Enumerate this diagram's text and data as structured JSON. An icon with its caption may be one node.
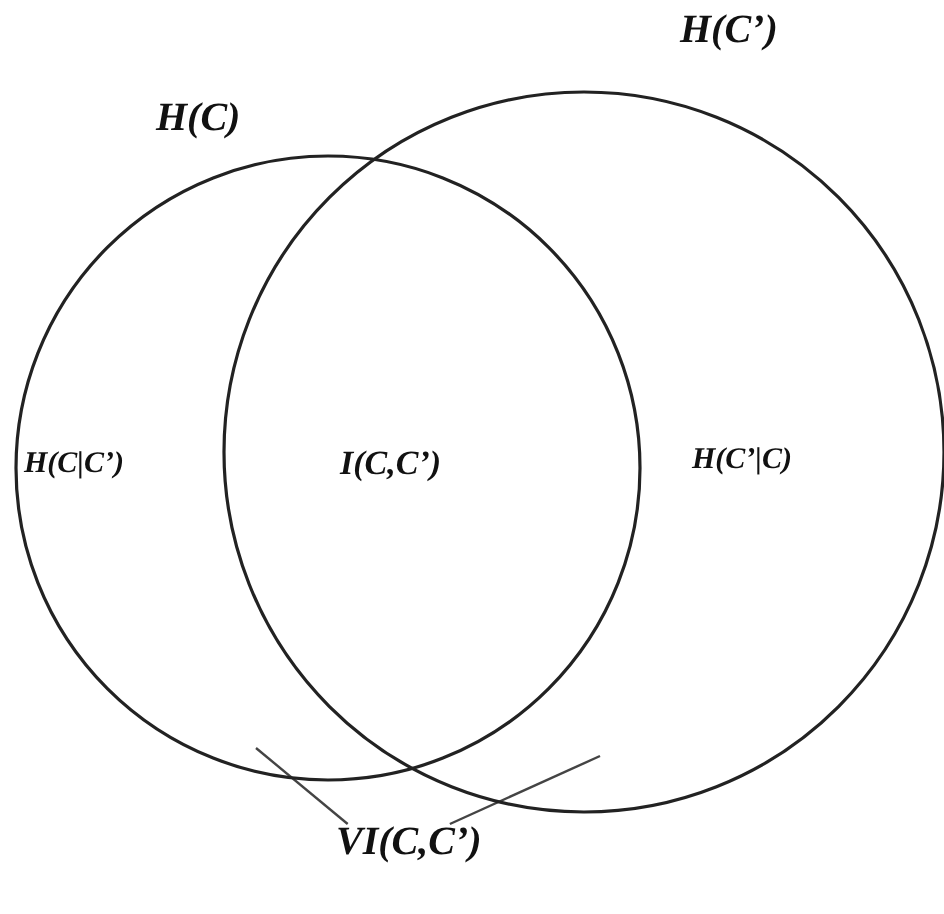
{
  "diagram": {
    "nodes": [
      {
        "text": [
          "H(C)"
        ]
      },
      {
        "text": [
          "H(C’)"
        ]
      },
      {
        "text": [
          "VI(C,C’)"
        ]
      }
    ],
    "edges": [
      {
        "from": 2,
        "to": 0,
        "arrow": "none"
      },
      {
        "from": 2,
        "to": 1,
        "arrow": "none"
      }
    ],
    "labels": [
      "H(C|C’)",
      "I(C,C’)",
      "H(C’|C)"
    ]
  }
}
